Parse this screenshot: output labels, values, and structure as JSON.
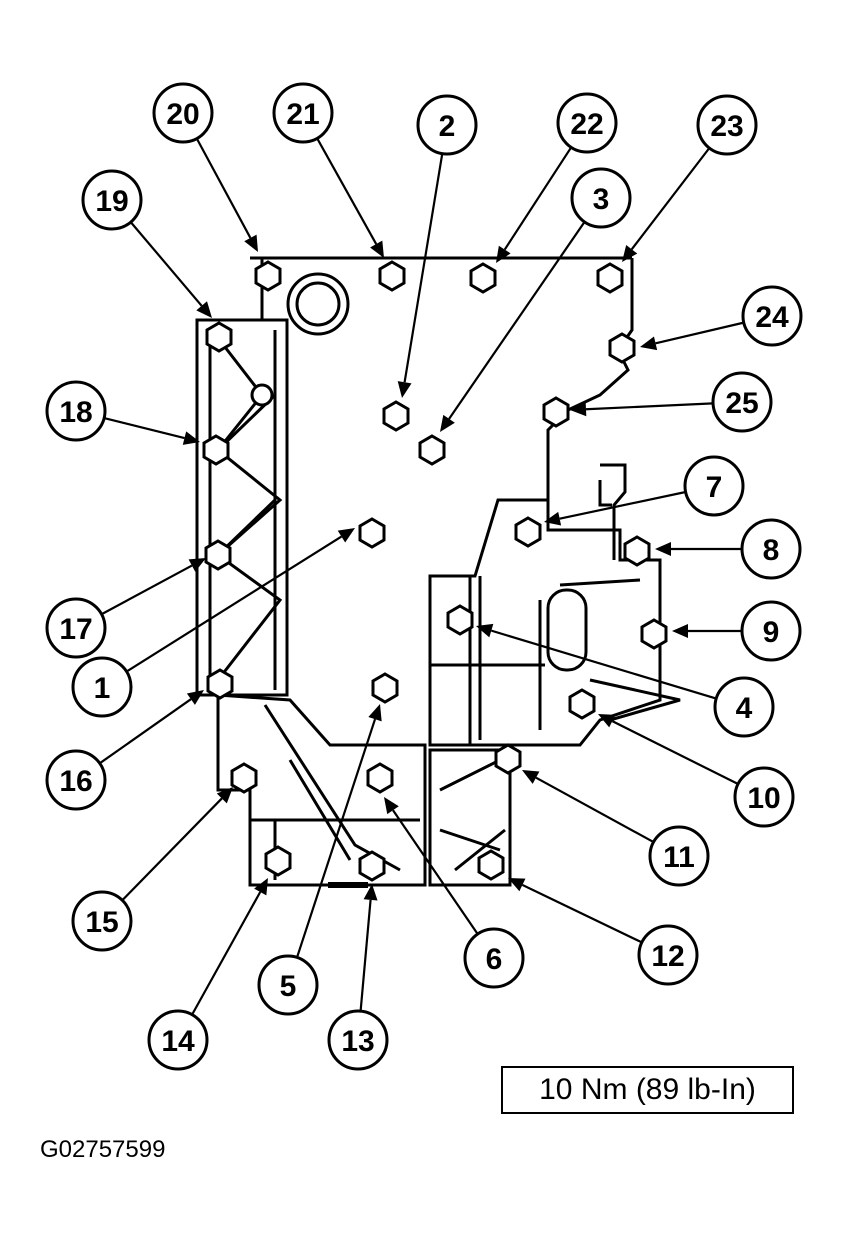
{
  "callouts": [
    {
      "id": "20",
      "label": "20"
    },
    {
      "id": "21",
      "label": "21"
    },
    {
      "id": "2",
      "label": "2"
    },
    {
      "id": "22",
      "label": "22"
    },
    {
      "id": "23",
      "label": "23"
    },
    {
      "id": "19",
      "label": "19"
    },
    {
      "id": "3",
      "label": "3"
    },
    {
      "id": "24",
      "label": "24"
    },
    {
      "id": "18",
      "label": "18"
    },
    {
      "id": "25",
      "label": "25"
    },
    {
      "id": "7",
      "label": "7"
    },
    {
      "id": "8",
      "label": "8"
    },
    {
      "id": "17",
      "label": "17"
    },
    {
      "id": "9",
      "label": "9"
    },
    {
      "id": "1",
      "label": "1"
    },
    {
      "id": "4",
      "label": "4"
    },
    {
      "id": "16",
      "label": "16"
    },
    {
      "id": "10",
      "label": "10"
    },
    {
      "id": "11",
      "label": "11"
    },
    {
      "id": "15",
      "label": "15"
    },
    {
      "id": "12",
      "label": "12"
    },
    {
      "id": "6",
      "label": "6"
    },
    {
      "id": "5",
      "label": "5"
    },
    {
      "id": "14",
      "label": "14"
    },
    {
      "id": "13",
      "label": "13"
    }
  ],
  "torque_spec": "10 Nm (89 lb-In)",
  "figure_id": "G02757599"
}
